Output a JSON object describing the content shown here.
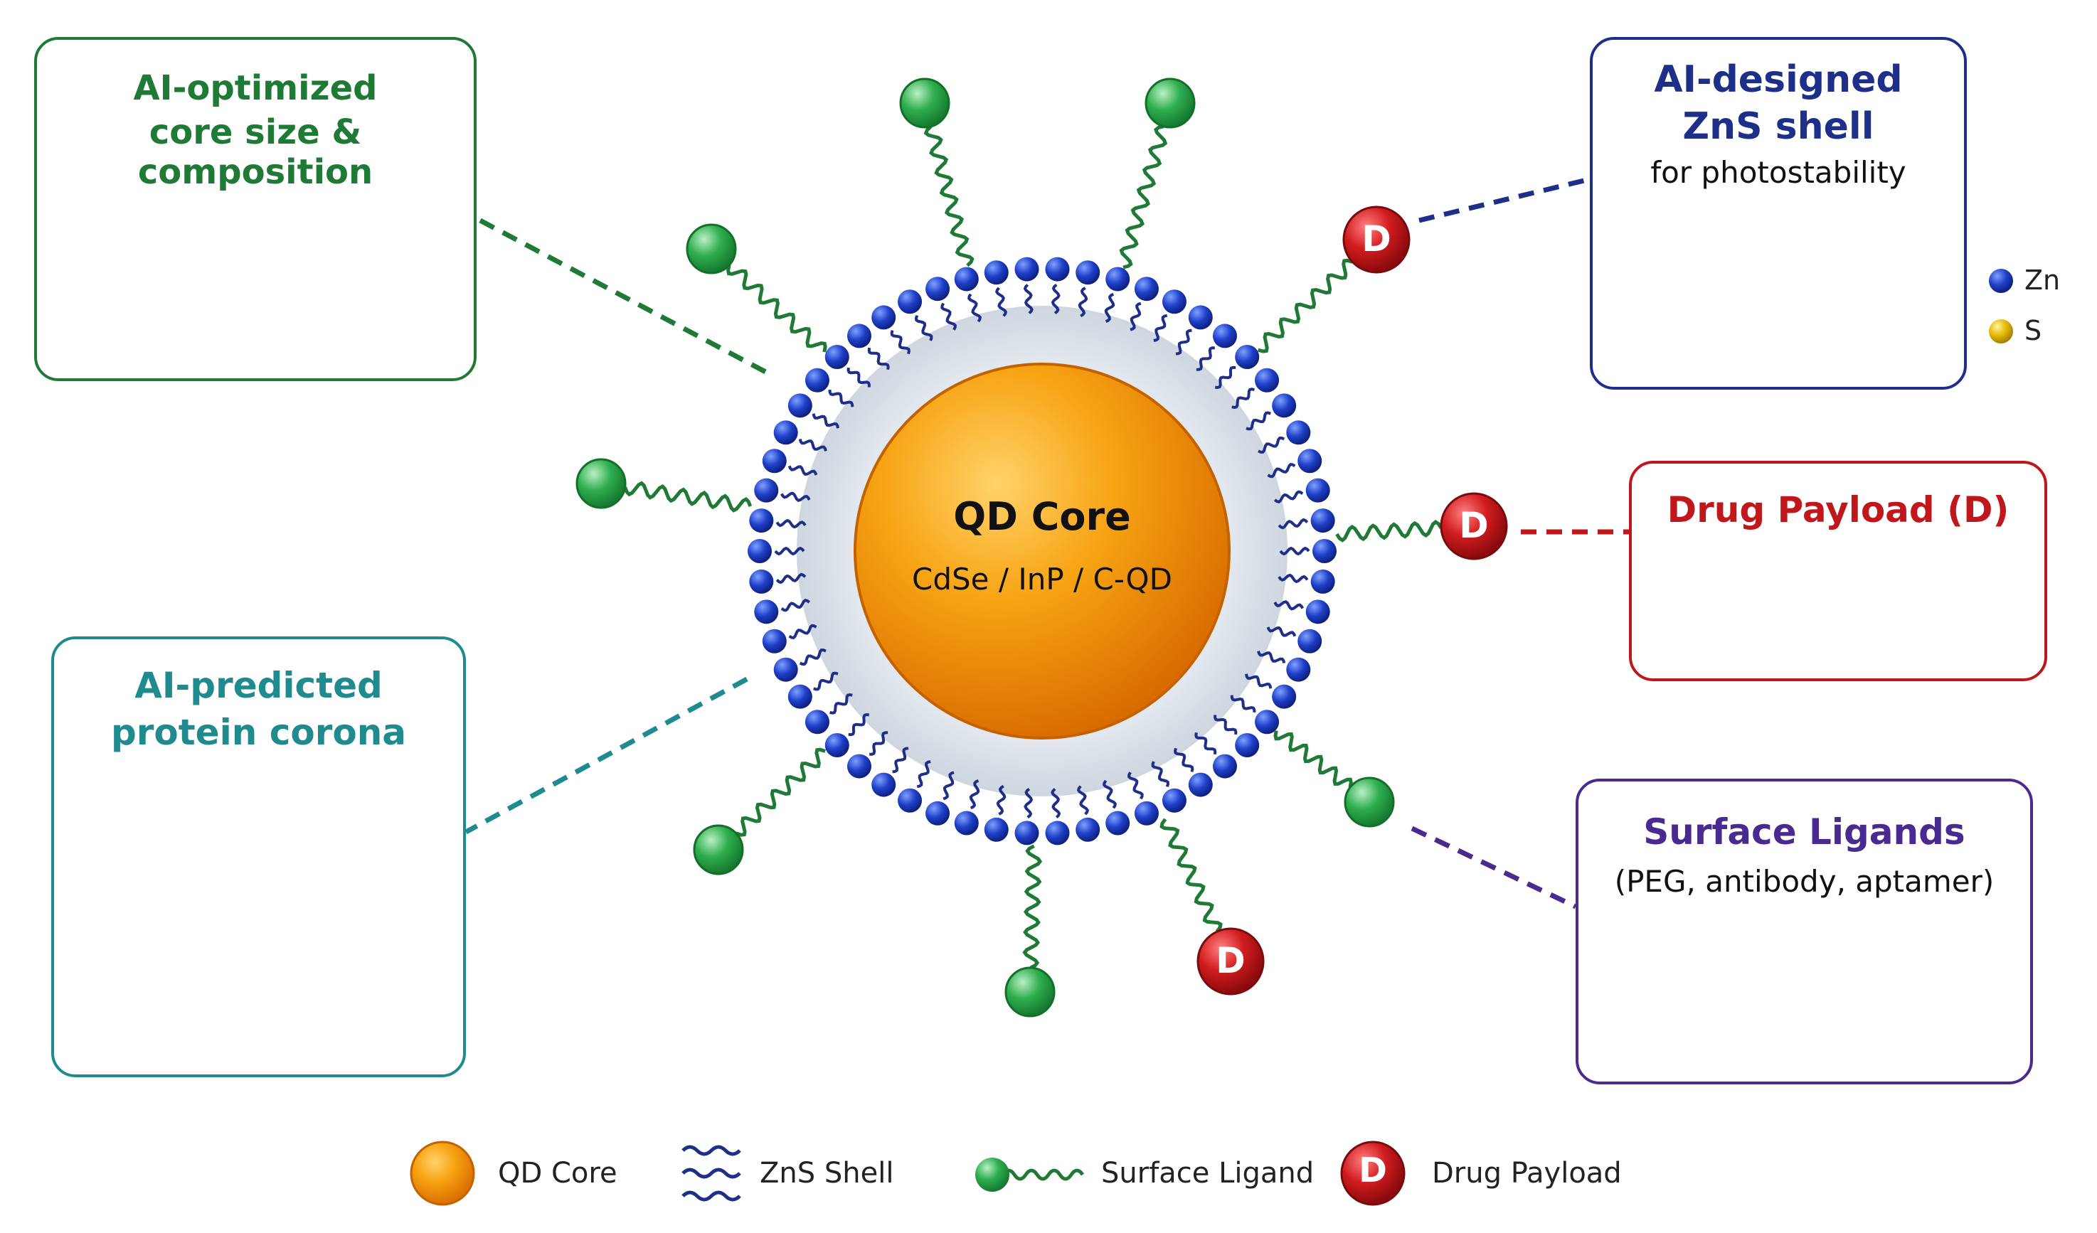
{
  "core": {
    "title": "QD Core",
    "subtitle": "CdSe / InP / C-QD"
  },
  "panels": {
    "core_size": {
      "line1": "AI-optimized",
      "line2": "core size & composition"
    },
    "zns_shell": {
      "line1": "AI-designed",
      "line2": "ZnS shell",
      "line3": "for photostability",
      "legend_zn": "Zn",
      "legend_s": "S"
    },
    "drug_payload": {
      "title": "Drug Payload (D)"
    },
    "protein_corona": {
      "line1": "AI-predicted",
      "line2": "protein corona"
    },
    "surface_ligands": {
      "title": "Surface Ligands",
      "subtitle": "(PEG, antibody, aptamer)"
    }
  },
  "drug_marker": "D",
  "legend": [
    {
      "label": "QD Core"
    },
    {
      "label": "ZnS Shell"
    },
    {
      "label": "Surface Ligand"
    },
    {
      "label": "Drug Payload",
      "marker": "D"
    }
  ],
  "colors": {
    "green": "#1f7a35",
    "navy": "#1e2f8a",
    "red": "#c0171c",
    "teal": "#1f8b8f",
    "purple": "#4a2a8f",
    "shell_blue": "#1f3fc8",
    "core_orange": "#f59a0c"
  }
}
